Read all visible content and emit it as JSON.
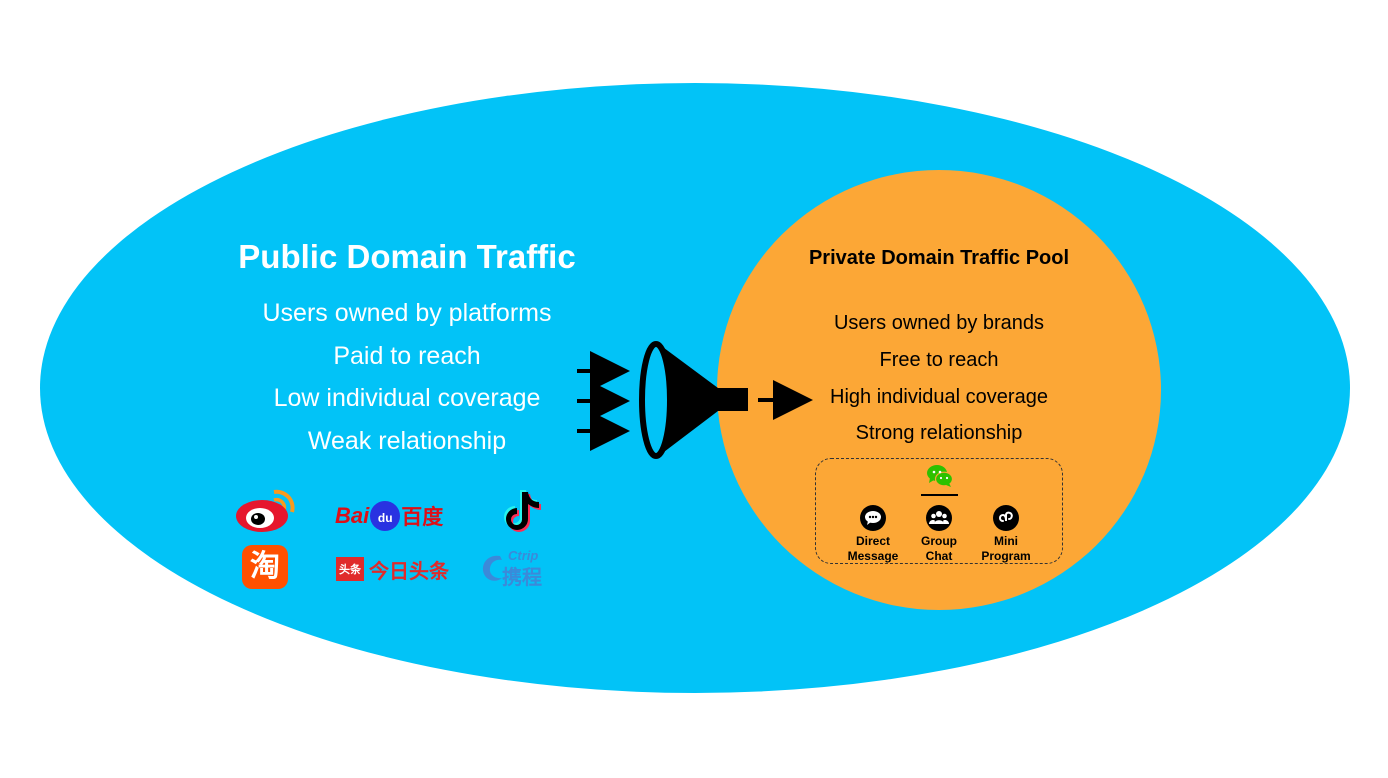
{
  "public_domain": {
    "title": "Public Domain Traffic",
    "items": [
      "Users owned by platforms",
      "Paid to reach",
      "Low individual coverage",
      "Weak relationship"
    ]
  },
  "private_domain": {
    "title": "Private Domain Traffic Pool",
    "items": [
      "Users owned by brands",
      "Free to reach",
      "High individual coverage",
      "Strong relationship"
    ]
  },
  "platform_logos": {
    "weibo": "weibo-logo",
    "baidu": {
      "text_latin": "Bai",
      "text_du": "du",
      "text_cn": "百度"
    },
    "tiktok": "tiktok-logo",
    "taobao": {
      "text": "淘"
    },
    "toutiao": {
      "badge": "头条",
      "text": "今日头条"
    },
    "ctrip": {
      "text_latin": "Ctrip",
      "text_cn": "携程"
    }
  },
  "wechat_features": [
    {
      "label": "Direct\nMessage",
      "icon": "chat-bubble-icon"
    },
    {
      "label": "Group\nChat",
      "icon": "group-icon"
    },
    {
      "label": "Mini\nProgram",
      "icon": "mini-program-icon"
    }
  ],
  "colors": {
    "ellipse": "#02c3f7",
    "circle": "#fca736",
    "wechat_green": "#2dc100"
  }
}
